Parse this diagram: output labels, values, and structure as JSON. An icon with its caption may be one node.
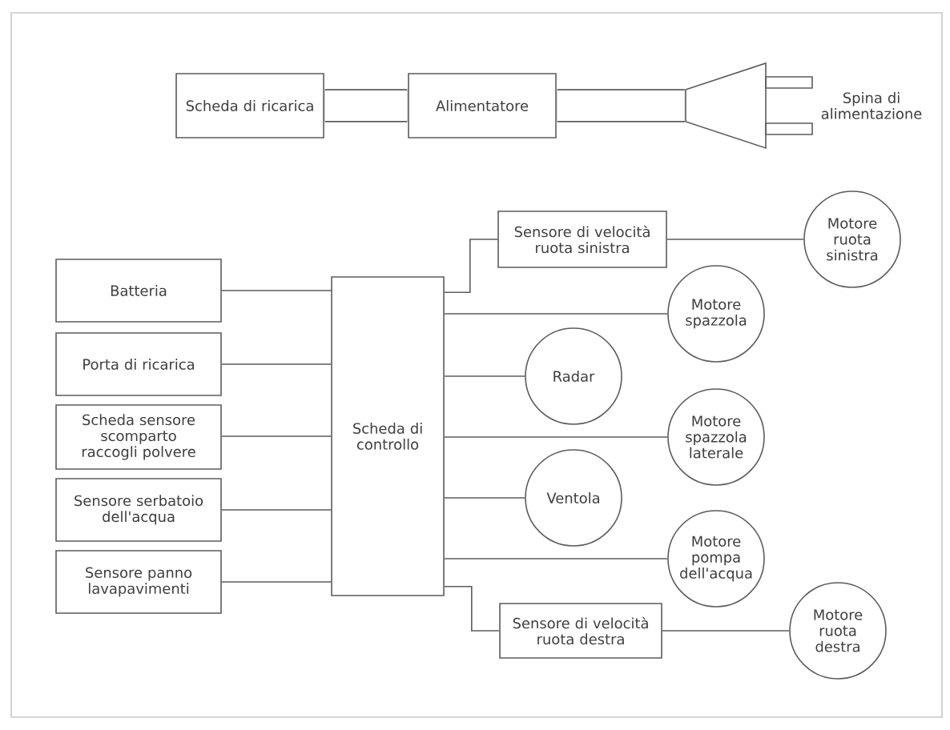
{
  "diagram": {
    "nodes": [
      {
        "text": [
          "Scheda di ricarica"
        ]
      },
      {
        "text": [
          "Alimentatore"
        ]
      },
      {
        "text": [],
        "shape": "plug",
        "beside": [
          "Spina di alimentazione"
        ]
      },
      {
        "text": [
          "Batteria"
        ]
      },
      {
        "text": [
          "Porta di ricarica"
        ]
      },
      {
        "text": [
          "Scheda sensore scomparto raccogli polvere"
        ]
      },
      {
        "text": [
          "Sensore serbatoio dell'acqua"
        ]
      },
      {
        "text": [
          "Sensore panno lavapavimenti"
        ]
      },
      {
        "text": [
          "Scheda di controllo"
        ]
      },
      {
        "text": [
          "Sensore di velocità ruota sinistra"
        ]
      },
      {
        "text": [
          "Motore ruota sinistra"
        ]
      },
      {
        "text": [
          "Motore spazzola"
        ]
      },
      {
        "text": [
          "Radar"
        ]
      },
      {
        "text": [
          "Motore spazzola laterale"
        ]
      },
      {
        "text": [
          "Ventola"
        ]
      },
      {
        "text": [
          "Motore pompa dell'acqua"
        ]
      },
      {
        "text": [
          "Sensore di velocità ruota destra"
        ]
      },
      {
        "text": [
          "Motore ruota destra"
        ]
      }
    ],
    "edges": [
      {
        "from": 0,
        "to": 1,
        "arrow": "none",
        "style": "thick"
      },
      {
        "from": 1,
        "to": 2,
        "arrow": "none",
        "style": "thick"
      },
      {
        "from": 3,
        "to": 8,
        "arrow": "none"
      },
      {
        "from": 4,
        "to": 8,
        "arrow": "none"
      },
      {
        "from": 5,
        "to": 8,
        "arrow": "none"
      },
      {
        "from": 6,
        "to": 8,
        "arrow": "none"
      },
      {
        "from": 7,
        "to": 8,
        "arrow": "none"
      },
      {
        "from": 8,
        "to": 9,
        "arrow": "none"
      },
      {
        "from": 9,
        "to": 10,
        "arrow": "none"
      },
      {
        "from": 8,
        "to": 11,
        "arrow": "none"
      },
      {
        "from": 8,
        "to": 12,
        "arrow": "none"
      },
      {
        "from": 8,
        "to": 13,
        "arrow": "none"
      },
      {
        "from": 8,
        "to": 14,
        "arrow": "none"
      },
      {
        "from": 8,
        "to": 15,
        "arrow": "none"
      },
      {
        "from": 8,
        "to": 16,
        "arrow": "none"
      },
      {
        "from": 16,
        "to": 17,
        "arrow": "none"
      }
    ]
  }
}
